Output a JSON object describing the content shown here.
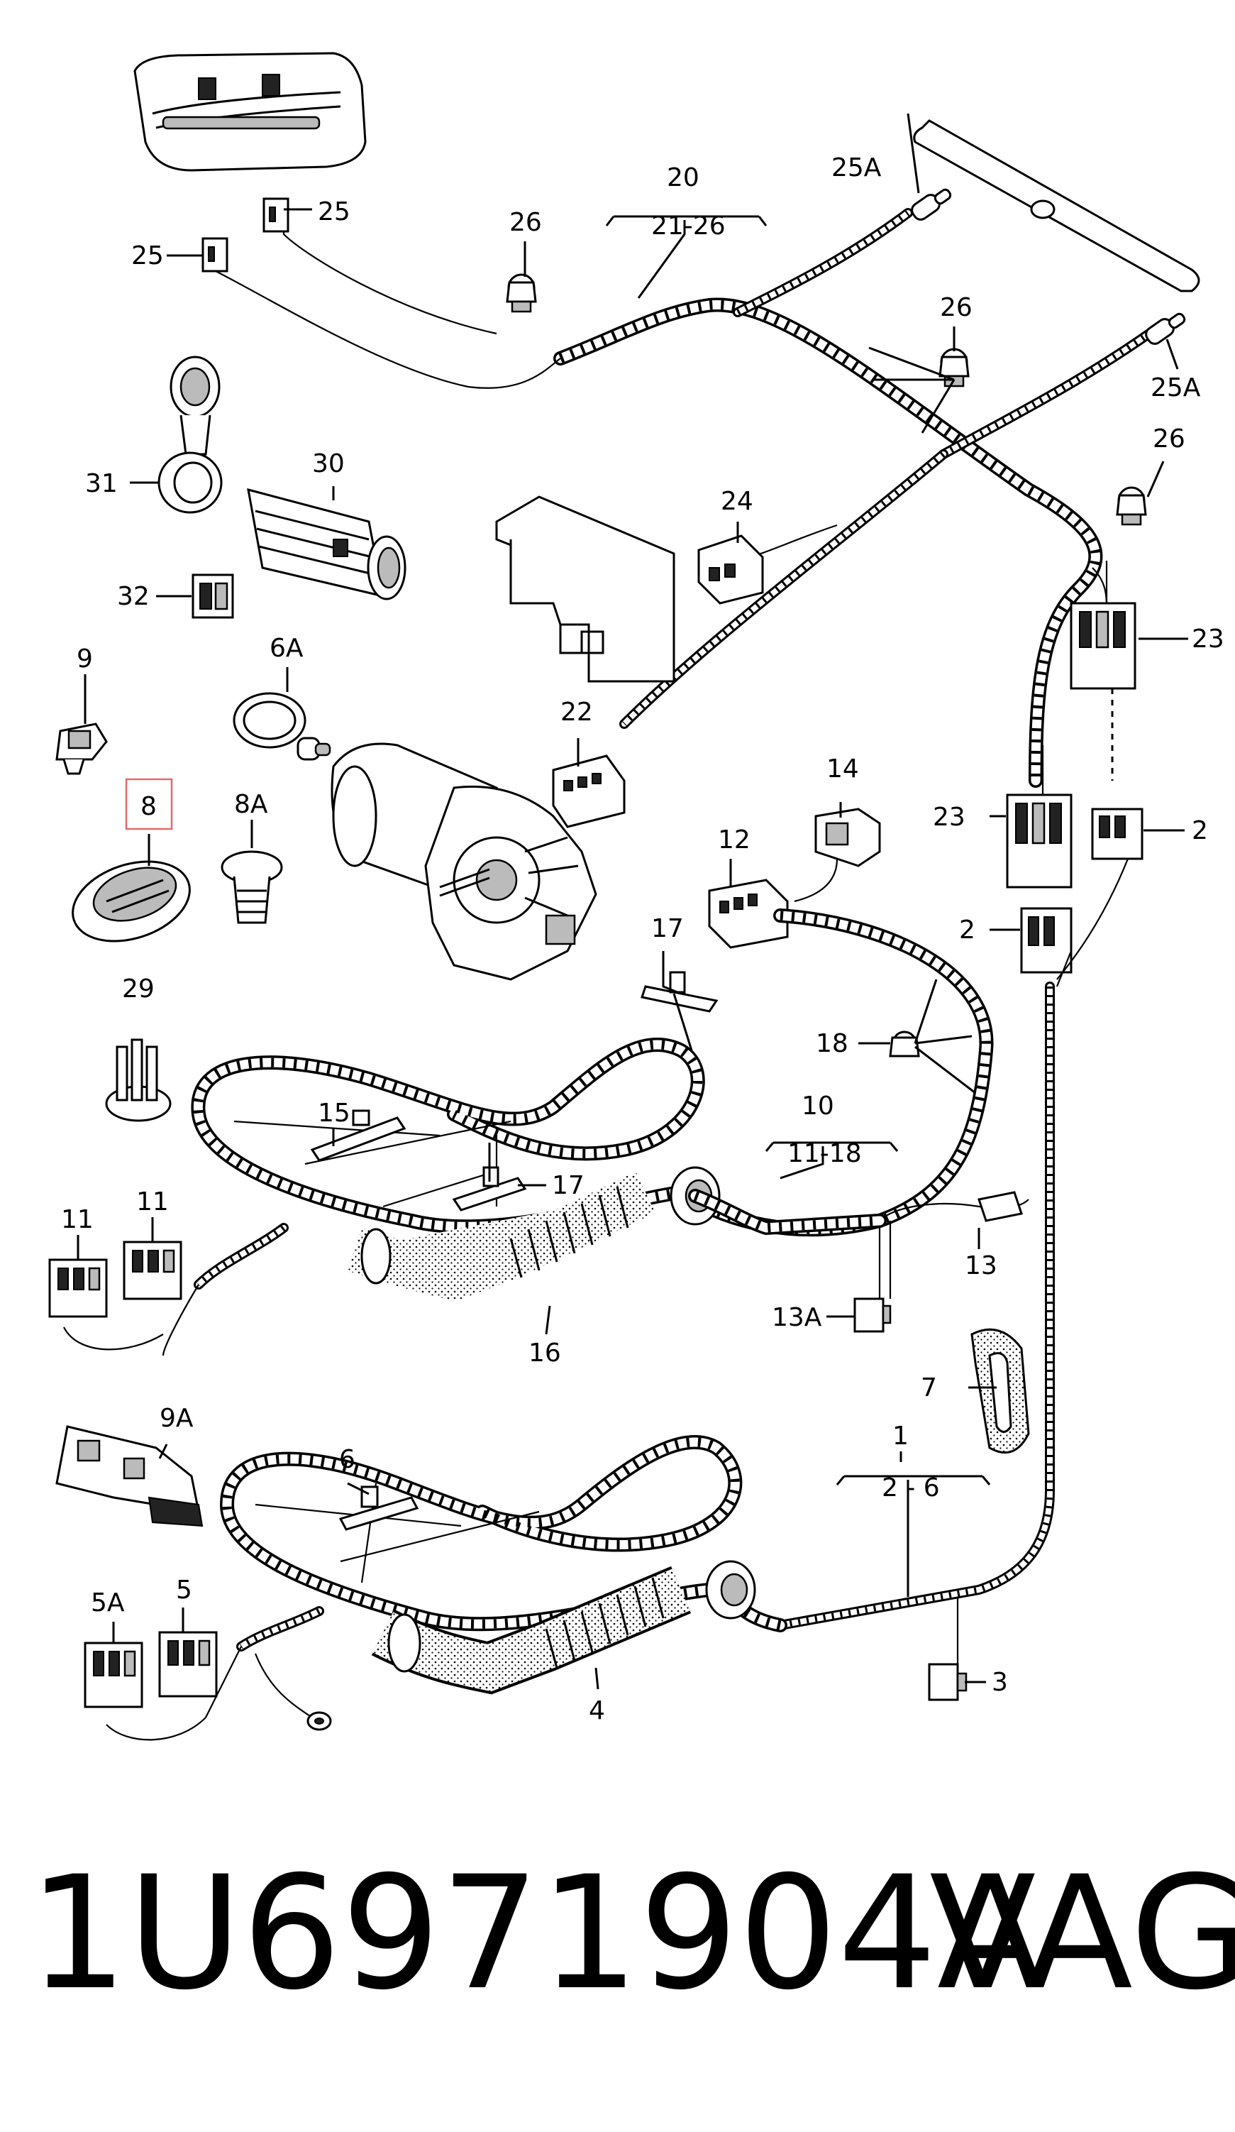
{
  "labels": {
    "l1": "1",
    "l2_6": "2 - 6",
    "l2a": "2",
    "l2b": "2",
    "l3": "3",
    "l4": "4",
    "l5": "5",
    "l5a": "5A",
    "l6": "6",
    "l6a": "6A",
    "l7": "7",
    "l8": "8",
    "l8a": "8A",
    "l9": "9",
    "l9a": "9A",
    "l10": "10",
    "l11_18": "11-18",
    "l11a": "11",
    "l11b": "11",
    "l12": "12",
    "l13": "13",
    "l13a": "13A",
    "l14": "14",
    "l15": "15",
    "l16": "16",
    "l17a": "17",
    "l17b": "17",
    "l18": "18",
    "l20": "20",
    "l21_26": "21-26",
    "l22": "22",
    "l23a": "23",
    "l23b": "23",
    "l24": "24",
    "l25a": "25",
    "l25b": "25",
    "l25Aa": "25A",
    "l25Ab": "25A",
    "l26a": "26",
    "l26b": "26",
    "l26c": "26",
    "l29": "29",
    "l30": "30",
    "l31": "31",
    "l32": "32"
  },
  "footer": {
    "part_number": "1U6971904A",
    "brand": "VAG"
  },
  "colors": {
    "highlight": "#e06a6a",
    "ink": "#000000",
    "background": "#ffffff"
  }
}
